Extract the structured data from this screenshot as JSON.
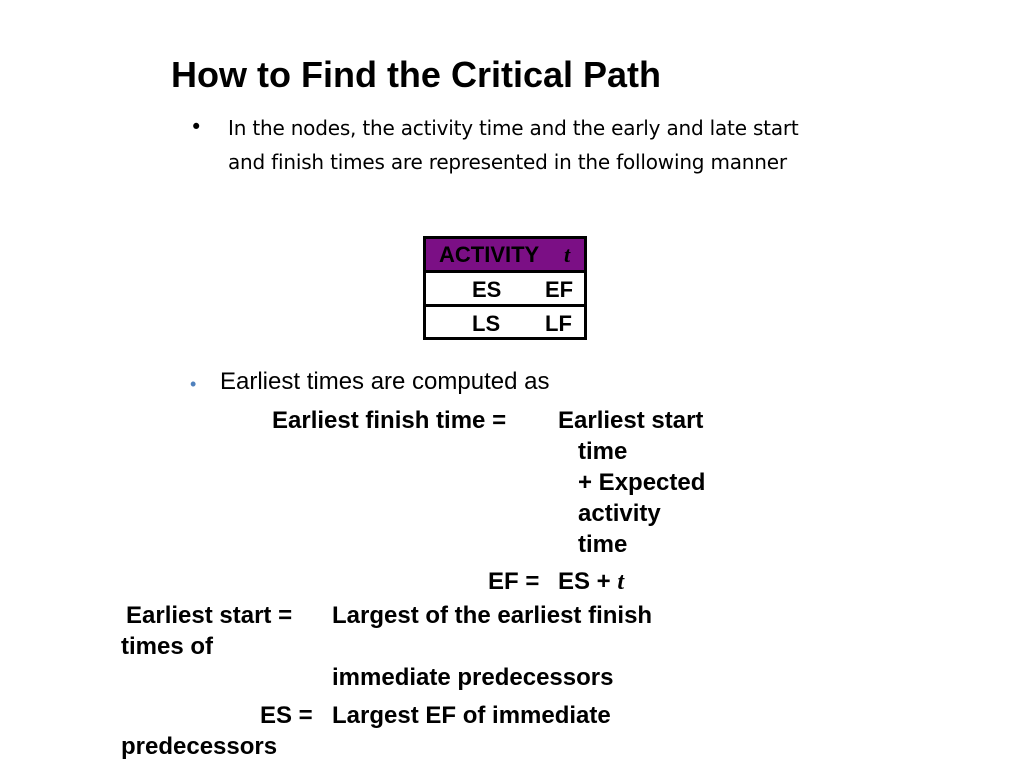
{
  "slide": {
    "title": "How to Find the Critical Path",
    "bullet1": {
      "marker": "•",
      "text": "In the nodes, the activity time and the early and late start and finish times are represented in the following manner"
    },
    "node_legend": {
      "header_label": "ACTIVITY",
      "header_time_symbol": "t",
      "row1": [
        "ES",
        "EF"
      ],
      "row2": [
        "LS",
        "LF"
      ],
      "header_color": "#7b0f85"
    },
    "bullet2": {
      "marker": "•",
      "marker_color": "#4f81bd",
      "text": "Earliest times are computed as"
    },
    "formulas": {
      "ef_lhs": "Earliest finish time =",
      "ef_rhs_lines": [
        "Earliest start",
        "time",
        "+ Expected",
        "activity",
        "time"
      ],
      "ef_short_lhs": "EF =",
      "ef_short_rhs": "ES +",
      "ef_short_symbol": "t",
      "es_lhs": "Earliest start =",
      "es_rhs_line1": "Largest of the earliest finish",
      "es_rhs_line2": "times of",
      "es_rhs_line3": "immediate predecessors",
      "es_short_lhs": "ES =",
      "es_short_rhs_line1": "Largest EF of immediate",
      "es_short_rhs_line2": "predecessors"
    }
  }
}
